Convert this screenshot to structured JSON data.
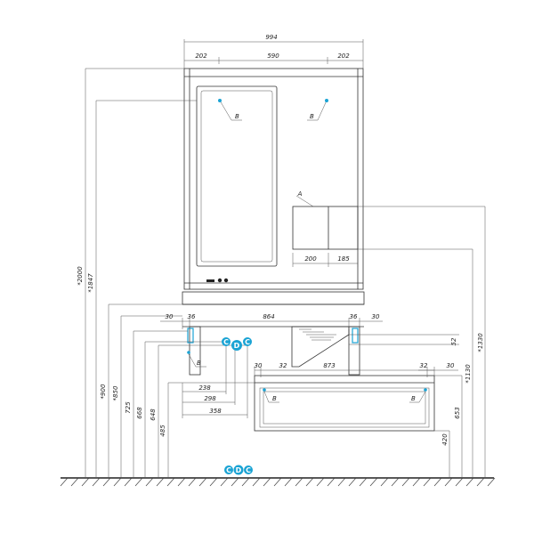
{
  "dimensions": {
    "overall_width": "994",
    "top_left": "202",
    "top_mid": "590",
    "top_right": "202",
    "cab_width": "864",
    "side_l_30": "30",
    "side_l_36": "36",
    "side_r_36": "36",
    "side_r_30": "30",
    "d_873": "873",
    "d_30b": "30",
    "d_32a": "32",
    "d_32b": "32",
    "d_30c": "30",
    "d_238": "238",
    "d_298": "298",
    "d_358": "358",
    "d_200": "200",
    "d_185": "185",
    "d_52": "52",
    "h_2000": "*2000",
    "h_1847": "*1847",
    "h_900": "*900",
    "h_850": "*850",
    "h_725": "725",
    "h_668": "668",
    "h_648": "648",
    "h_485": "485",
    "h_420": "420",
    "h_653": "653",
    "h_1130": "*1130",
    "h_1330": "*1330"
  },
  "labels": {
    "a": "A",
    "b": "B"
  },
  "sensor": {
    "letters": [
      "C",
      "D",
      "C"
    ]
  },
  "colors": {
    "accent": "#1aa3d4",
    "line": "#333333"
  }
}
